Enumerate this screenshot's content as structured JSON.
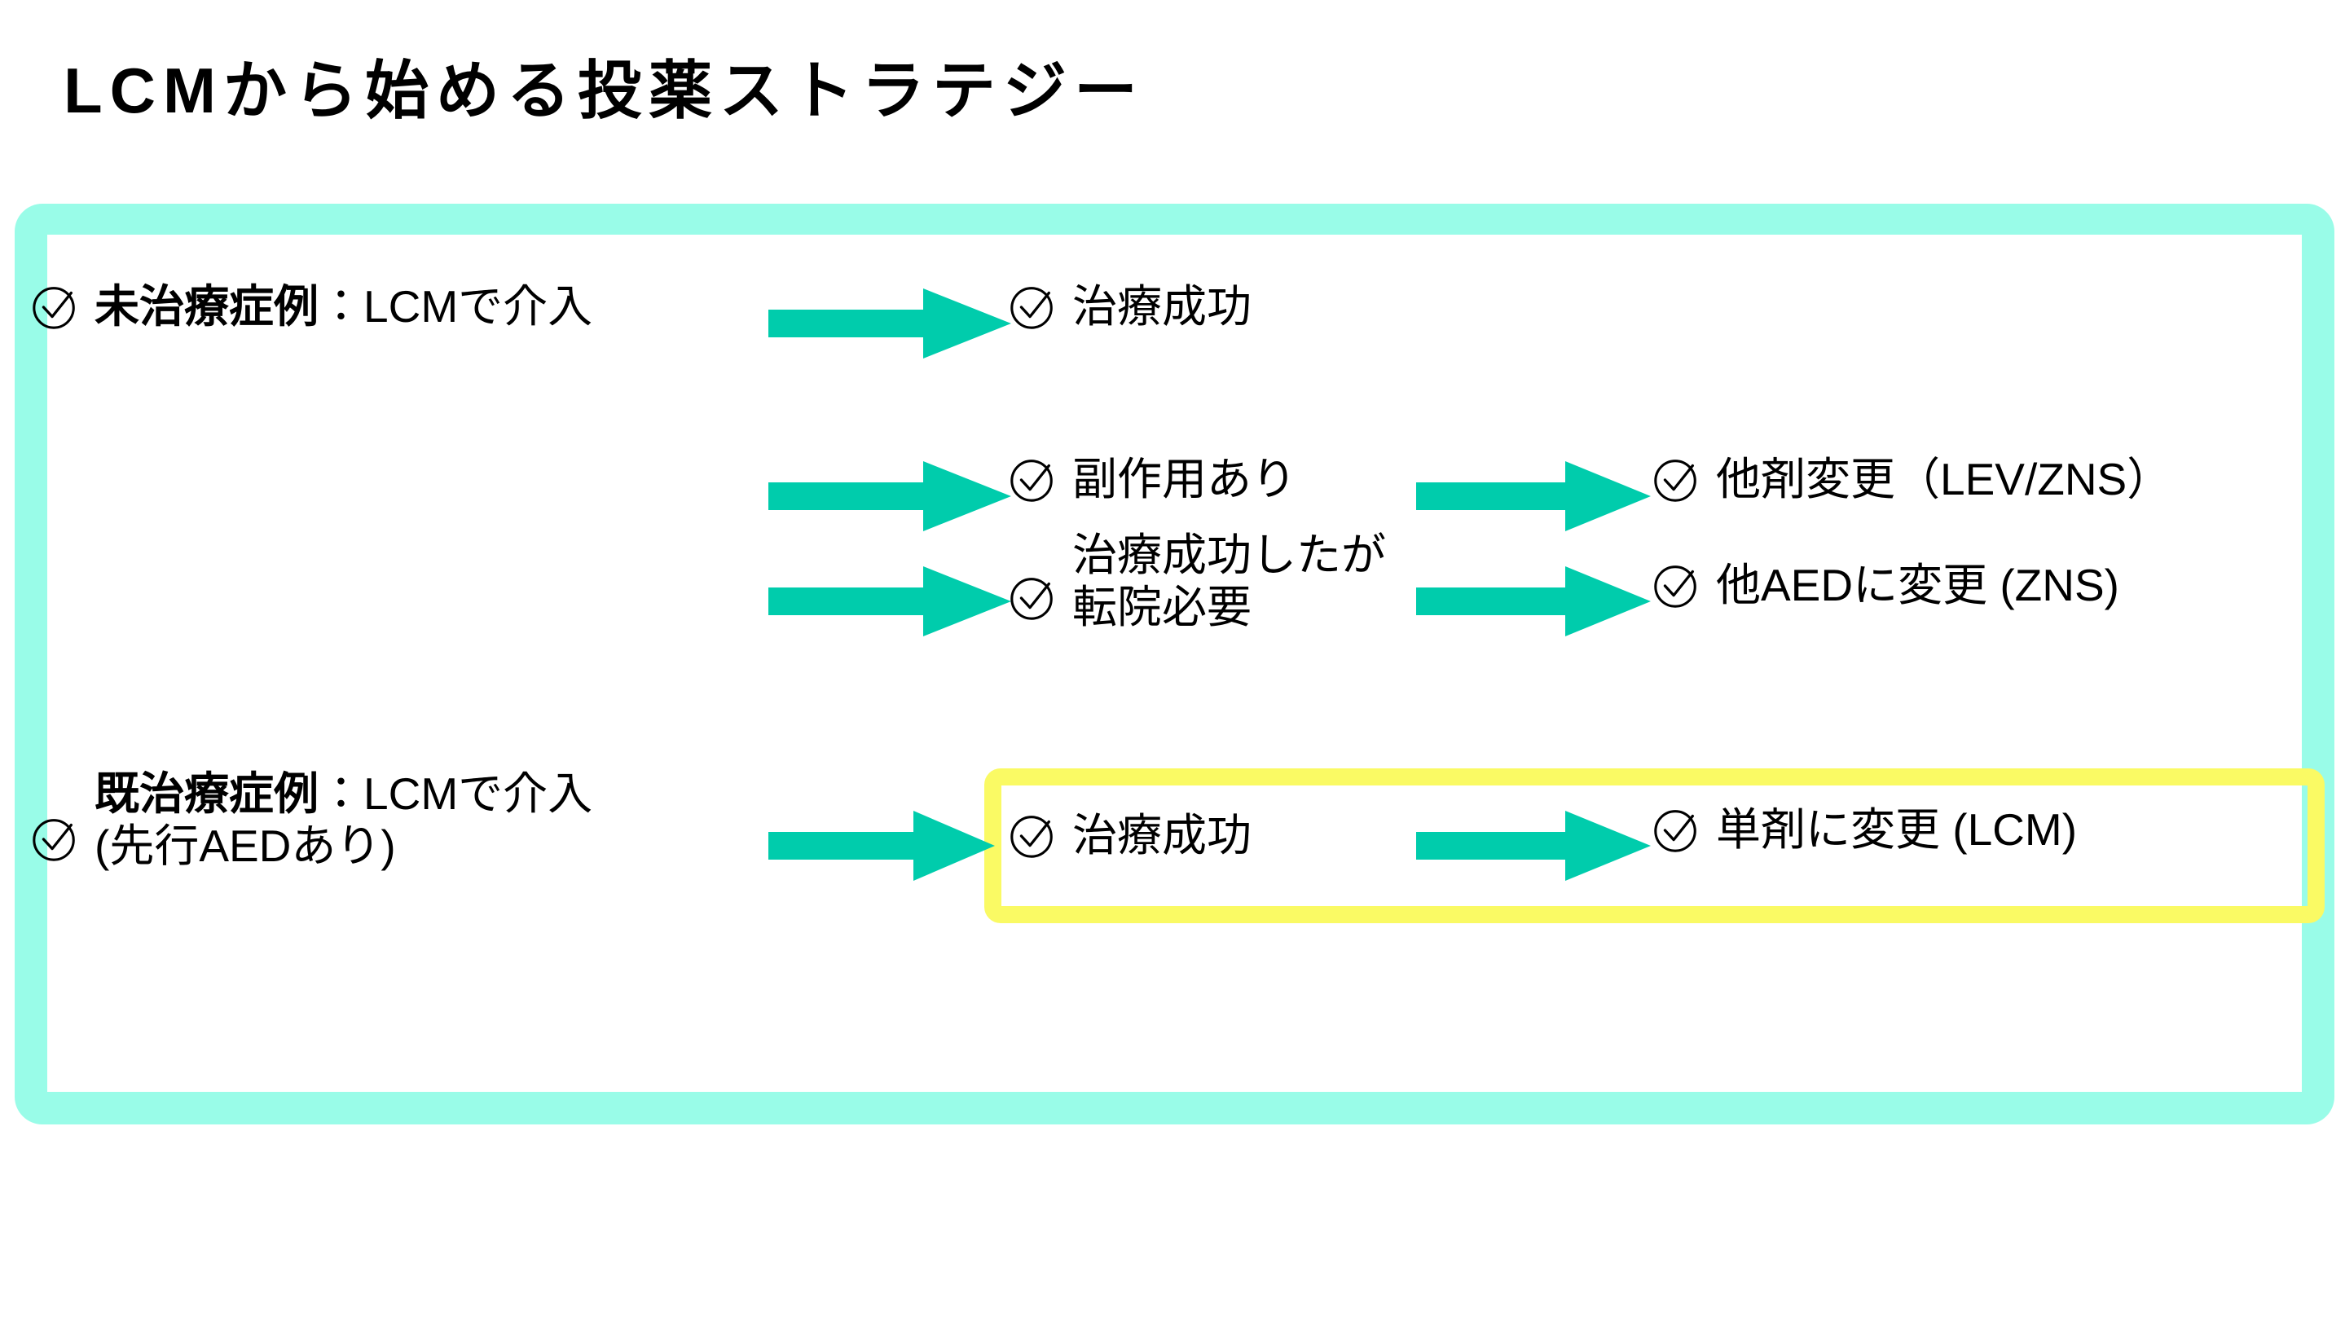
{
  "title": "LCMから始める投薬ストラテジー",
  "colors": {
    "arrow_teal": "#00CCAC",
    "frame_mint": "#99FCE8",
    "highlight_yellow": "#FAFA64",
    "background": "#FFFFFF",
    "text": "#000000"
  },
  "flow": {
    "rows": [
      {
        "id": "row-untreated",
        "start": {
          "icon": "check-circle-icon",
          "label_strong": "未治療症例",
          "label_rest": "：LCMで介入"
        },
        "arrow": "arrow-right-icon",
        "outcome": {
          "icon": "check-circle-icon",
          "label": "治療成功"
        }
      },
      {
        "id": "row-side-effect",
        "arrow": "arrow-right-icon",
        "outcome": {
          "icon": "check-circle-icon",
          "label": "副作用あり"
        },
        "arrow2": "arrow-right-icon",
        "result": {
          "icon": "check-circle-icon",
          "label": "他剤変更（LEV/ZNS）"
        }
      },
      {
        "id": "row-transfer",
        "arrow": "arrow-right-icon",
        "outcome": {
          "icon": "check-circle-icon",
          "label": "治療成功したが\n転院必要"
        },
        "arrow2": "arrow-right-icon",
        "result": {
          "icon": "check-circle-icon",
          "label": "他AEDに変更 (ZNS)"
        }
      },
      {
        "id": "row-pretreated",
        "start": {
          "icon": "check-circle-icon",
          "label_strong": "既治療症例",
          "label_rest": "：LCMで介入\n(先行AEDあり)"
        },
        "arrow": "arrow-right-icon",
        "outcome": {
          "icon": "check-circle-icon",
          "label": "治療成功"
        },
        "arrow2": "arrow-right-icon",
        "result": {
          "icon": "check-circle-icon",
          "label": "単剤に変更 (LCM)"
        },
        "highlighted": true
      }
    ]
  }
}
